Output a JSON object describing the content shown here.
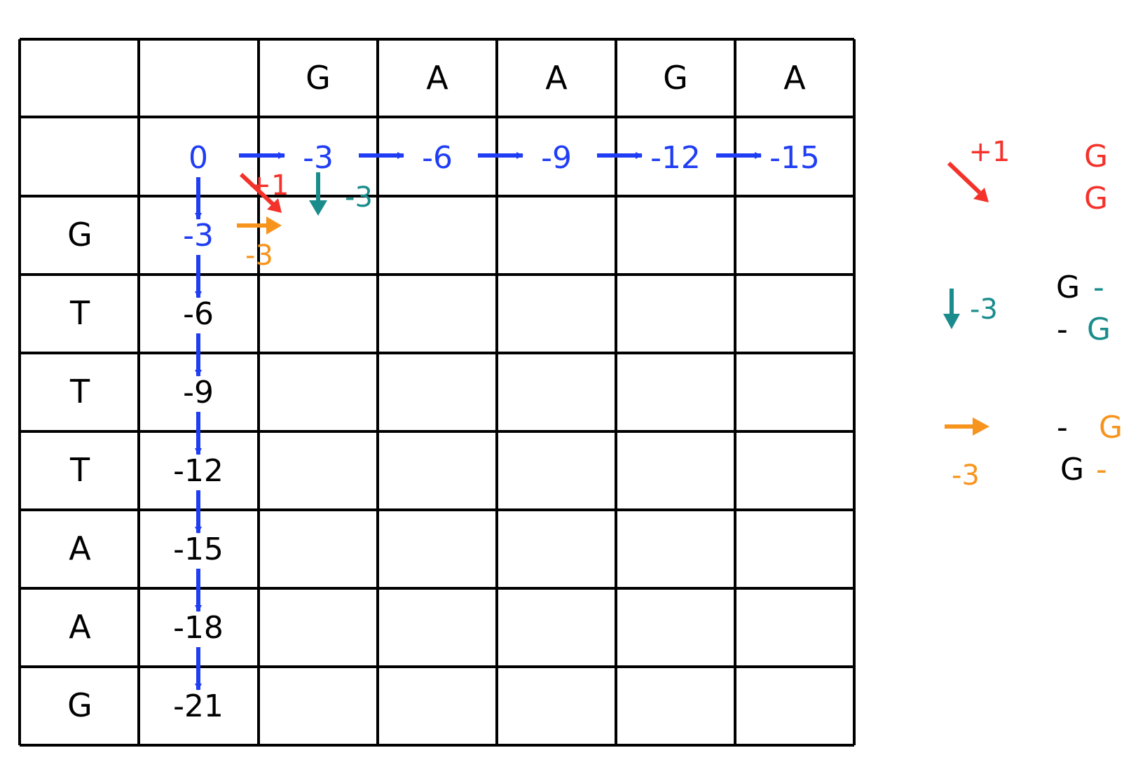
{
  "colors": {
    "blue": "#1f3df5",
    "red": "#f4322a",
    "teal": "#1a8c8c",
    "orange": "#f7941d",
    "black": "#000000"
  },
  "grid": {
    "col_headers": [
      "G",
      "A",
      "A",
      "G",
      "A"
    ],
    "row_headers": [
      "G",
      "T",
      "T",
      "T",
      "A",
      "A",
      "G"
    ],
    "top_row_scores": [
      "0",
      "-3",
      "-6",
      "-9",
      "-12",
      "-15"
    ],
    "left_col_scores": [
      "-3",
      "-6",
      "-9",
      "-12",
      "-15",
      "-18",
      "-21"
    ]
  },
  "cell_annotations": {
    "diag_score": "+1",
    "down_score": "-3",
    "right_score": "-3"
  },
  "legend": {
    "match": {
      "score": "+1",
      "top": "G",
      "bottom": "G"
    },
    "gap_down": {
      "score": "-3",
      "top_letter": "G",
      "top_gap": "-",
      "bottom_gap": "-",
      "bottom_letter": "G"
    },
    "gap_right": {
      "score": "-3",
      "top_gap": "-",
      "top_letter": "G",
      "bottom_letter": "G",
      "bottom_gap": "-"
    }
  }
}
